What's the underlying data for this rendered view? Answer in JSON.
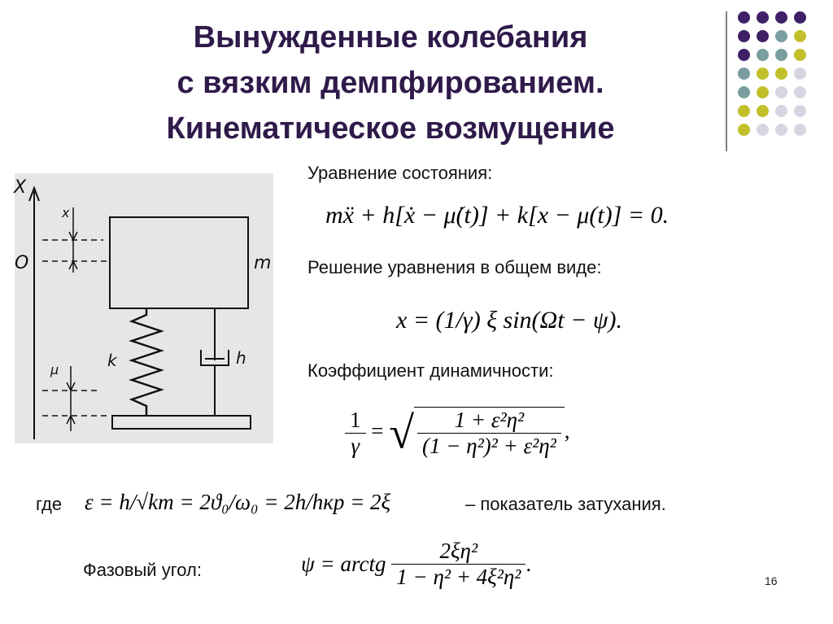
{
  "slide": {
    "title_lines": [
      "Вынужденные колебания",
      "с вязким демпфированием.",
      "Кинематическое возмущение"
    ],
    "page_number": "16"
  },
  "diagram": {
    "axis_label": "X",
    "origin_label": "O",
    "mass_label": "m",
    "spring_label": "k",
    "damper_label": "h",
    "mass_displacement_label": "x",
    "base_displacement_label": "μ"
  },
  "sections": {
    "state_equation": {
      "label": "Уравнение состояния:",
      "formula": "mẍ + h[ẋ − μ̇(t)] + k[x − μ(t)] = 0."
    },
    "general_solution": {
      "label": "Решение уравнения в общем виде:",
      "formula": "x = (1/γ) ξ sin(Ωt − ψ)."
    },
    "dynamic_coefficient": {
      "label": "Коэффициент динамичности:",
      "lhs_num": "1",
      "lhs_den": "γ",
      "eq": "=",
      "rhs_num": "1 + ε²η²",
      "rhs_den": "(1 − η²)² + ε²η²",
      "tail": ","
    },
    "where": {
      "label": "где",
      "formula": "ε = h/√km = 2ϑ₀/ω₀ = 2h/hкр = 2ξ",
      "description": "– показатель затухания."
    },
    "phase_angle": {
      "label": "Фазовый угол:",
      "lhs": "ψ = arctg",
      "num": "2ξη²",
      "den": "1 − η² + 4ξ²η²",
      "tail": "."
    }
  },
  "colors": {
    "title": "#2f1a4a",
    "dot_purple": "#3f1f66",
    "dot_teal": "#7a9ea0",
    "dot_olive": "#c2c02a",
    "dot_lavender": "#d6d6e2"
  },
  "decoration": {
    "dot_grid": [
      [
        "dot_purple",
        "dot_purple",
        "dot_purple",
        "dot_purple"
      ],
      [
        "dot_purple",
        "dot_purple",
        "dot_teal",
        "dot_olive"
      ],
      [
        "dot_purple",
        "dot_teal",
        "dot_teal",
        "dot_olive"
      ],
      [
        "dot_teal",
        "dot_olive",
        "dot_olive",
        "dot_lavender"
      ],
      [
        "dot_teal",
        "dot_olive",
        "dot_lavender",
        "dot_lavender"
      ],
      [
        "dot_olive",
        "dot_olive",
        "dot_lavender",
        "dot_lavender"
      ],
      [
        "dot_olive",
        "dot_lavender",
        "dot_lavender",
        "dot_lavender"
      ]
    ]
  }
}
